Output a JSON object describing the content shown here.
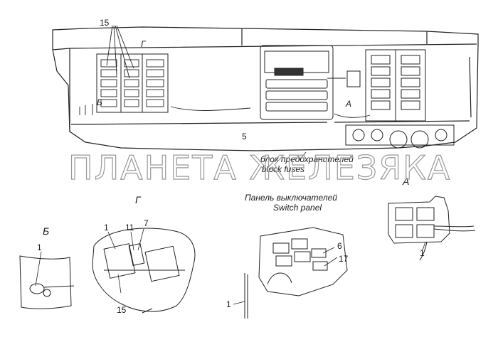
{
  "watermark": "ПЛАНЕТА ЖЕЛЕЗЯКА",
  "callouts": {
    "c15_top": "15",
    "c5": "5",
    "view_g_top": "Г",
    "view_b_top": "Б",
    "view_a_top": "А",
    "view_b_title": "Б",
    "view_g_title": "Г",
    "view_a_title": "А",
    "b_1": "1",
    "g_1": "1",
    "g_11": "11",
    "g_7": "7",
    "g_15": "15",
    "p_6": "6",
    "p_17": "17",
    "p_1": "1",
    "a_1": "1"
  },
  "labels": {
    "fuse_block_ru": "блок предохранителей",
    "fuse_block_en": "block fuses",
    "switch_panel_ru": "Панель выключателей",
    "switch_panel_en": "Switch panel"
  }
}
